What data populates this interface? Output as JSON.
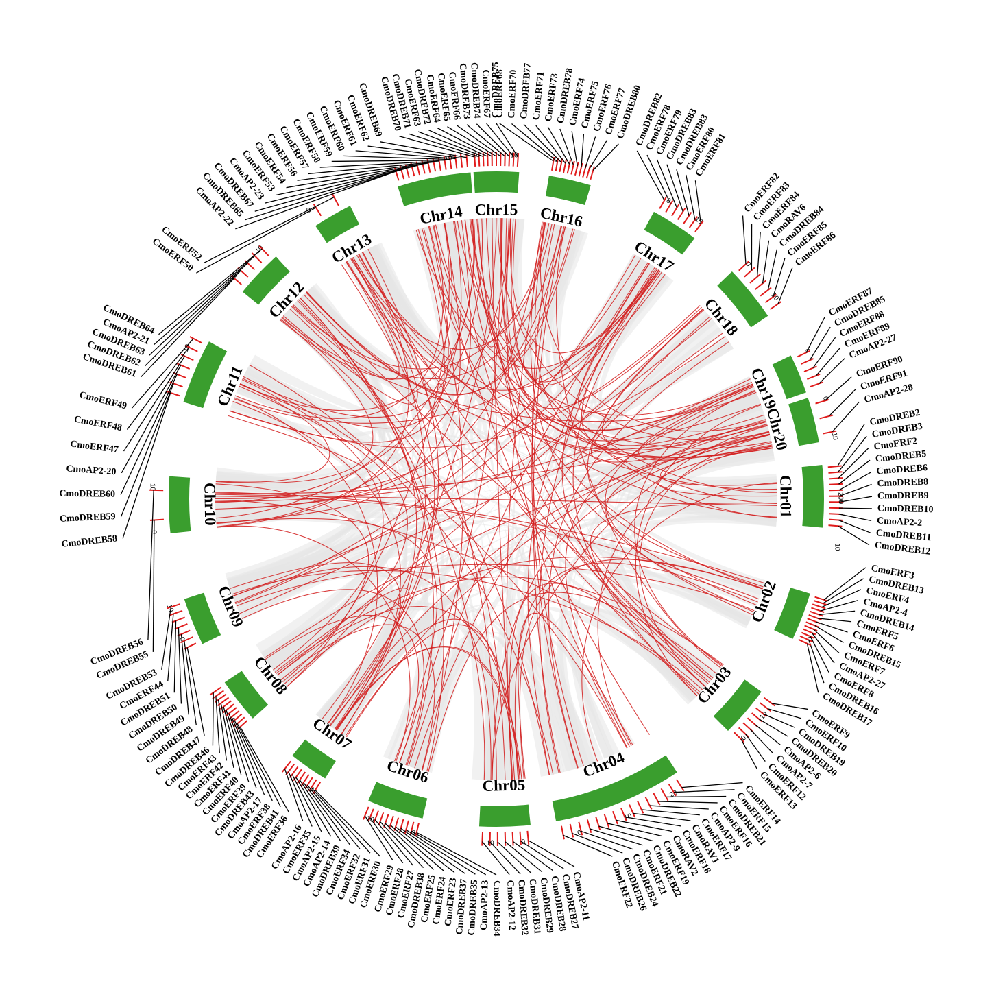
{
  "colors": {
    "chromosome": "#3a9e2e",
    "synteny_bg": "#e6e6e6",
    "dup_link": "#d21d1d",
    "marker": "#e11b1b",
    "leader": "#000000"
  },
  "chromosomes": [
    {
      "name": "Chr01",
      "angle": 89.5,
      "span": 11,
      "ticks": [
        [
          "0",
          1
        ],
        [
          "10",
          8.5
        ],
        [
          "20",
          0
        ]
      ],
      "genes": [
        "CmoDREB2",
        "CmoDREB3",
        "CmoERF2",
        "CmoDREB5",
        "CmoDREB6",
        "CmoDREB8",
        "CmoDREB9",
        "CmoDREB10",
        "CmoAP2-2",
        "CmoDREB11",
        "CmoDREB12"
      ]
    },
    {
      "name": "Chr02",
      "angle": 111,
      "span": 8.5,
      "ticks": [
        [
          "0",
          3
        ]
      ],
      "genes": [
        "CmoERF3",
        "CmoDREB13",
        "CmoERF4",
        "CmoAP2-4",
        "CmoDREB14",
        "CmoERF5",
        "CmoERF6",
        "CmoDREB15",
        "CmoERF7",
        "CmoAP2-27",
        "CmoERF8",
        "CmoDREB16",
        "CmoDREB17"
      ]
    },
    {
      "name": "Chr03",
      "angle": 130.5,
      "span": 9,
      "ticks": [
        [
          "0",
          3.5
        ],
        [
          "10",
          -1.5
        ]
      ],
      "genes": [
        "CmoERF9",
        "CmoERF10",
        "CmoDREB19",
        "CmoDREB20",
        "CmoAP2-6",
        "CmoAP2-7",
        "CmoERF12",
        "CmoERF13"
      ]
    },
    {
      "name": "Chr04",
      "angle": 158,
      "span": 23,
      "ticks": [
        [
          "0",
          8
        ],
        [
          "10",
          -0.5
        ],
        [
          "20",
          -9
        ]
      ],
      "genes": [
        "CmoERF14",
        "CmoERF15",
        "CmoDREB21",
        "CmoERF16",
        "CmoAP2-9",
        "CmoERF17",
        "CmoRAV1",
        "CmoERF18",
        "CmoRAV2",
        "CmoERF19",
        "CmoDREB22",
        "CmoERF21",
        "CmoDREB24",
        "CmoDREB26",
        "CmoERF22"
      ]
    },
    {
      "name": "Chr05",
      "angle": 178.5,
      "span": 9,
      "ticks": [
        [
          "0",
          -3
        ],
        [
          "10",
          2.5
        ]
      ],
      "genes": [
        "CmoAP2-11",
        "CmoDREB27",
        "CmoDREB28",
        "CmoDREB29",
        "CmoDREB31",
        "CmoDREB32",
        "CmoAP2-12"
      ]
    },
    {
      "name": "Chr06",
      "angle": 198,
      "span": 10,
      "ticks": [
        [
          "0",
          -4
        ],
        [
          "10",
          3.5
        ]
      ],
      "genes": [
        "CmoDREB34",
        "CmoAP2-13",
        "CmoDREB35",
        "CmoDREB37",
        "CmoERF23",
        "CmoERF24",
        "CmoERF25",
        "CmoDREB38",
        "CmoERF27",
        "CmoERF28",
        "CmoERF29"
      ]
    },
    {
      "name": "Chr07",
      "angle": 215,
      "span": 7,
      "ticks": [
        [
          "0",
          -2.5
        ]
      ],
      "genes": [
        "CmoERF30",
        "CmoERF31",
        "CmoERF32",
        "CmoERF34",
        "CmoDREB39",
        "CmoAP2-14",
        "CmoAP2-15",
        "CmoERF35",
        "CmoAP2-16"
      ]
    },
    {
      "name": "Chr08",
      "angle": 232,
      "span": 8,
      "ticks": [
        [
          "0",
          -2
        ]
      ],
      "genes": [
        "CmoERF36",
        "CmoDREB41",
        "CmoERF38",
        "CmoAP2-17",
        "CmoDREB43",
        "CmoERF39",
        "CmoERF40",
        "CmoERF41",
        "CmoERF42",
        "CmoERF43",
        "CmoDREB46"
      ]
    },
    {
      "name": "Chr09",
      "angle": 248,
      "span": 8.5,
      "ticks": [
        [
          "0",
          -2
        ],
        [
          "10",
          3.5
        ]
      ],
      "genes": [
        "CmoDREB47",
        "CmoDREB48",
        "CmoDREB49",
        "CmoDREB50",
        "CmoDREB51",
        "CmoERF44",
        "CmoDREB53"
      ]
    },
    {
      "name": "Chr10",
      "angle": 269,
      "span": 10,
      "ticks": [
        [
          "0",
          -4.5
        ],
        [
          "10",
          3
        ]
      ],
      "genes": [
        "CmoDREB55",
        "CmoDREB56"
      ]
    },
    {
      "name": "Chr11",
      "angle": 293,
      "span": 11.5,
      "ticks": [
        [
          "0",
          -5
        ],
        [
          "10",
          3
        ]
      ],
      "genes": [
        "CmoDREB58",
        "CmoDREB59",
        "CmoDREB60",
        "CmoAP2-20",
        "CmoERF47",
        "CmoERF48",
        "CmoERF49"
      ]
    },
    {
      "name": "Chr12",
      "angle": 313.5,
      "span": 8.5,
      "ticks": [
        [
          "0",
          -3
        ],
        [
          "10",
          3
        ]
      ],
      "genes": [
        "CmoDREB61",
        "CmoDREB62",
        "CmoDREB63",
        "CmoAP2-21",
        "CmoDREB64"
      ]
    },
    {
      "name": "Chr13",
      "angle": 330,
      "span": 7,
      "ticks": [
        [
          "0",
          -3
        ]
      ],
      "genes": [
        "CmoERF50",
        "CmoERF52"
      ]
    },
    {
      "name": "Chr14",
      "angle": 349,
      "span": 13,
      "ticks": [
        [
          "0",
          -5
        ],
        [
          "10",
          3
        ]
      ],
      "genes": [
        "CmoAP2-22",
        "CmoDREB65",
        "CmoDREB67",
        "CmoAP2-23",
        "CmoERF53",
        "CmoERF54",
        "CmoERF56",
        "CmoERF57",
        "CmoERF58",
        "CmoERF59",
        "CmoERF60",
        "CmoERF61",
        "CmoERF62",
        "CmoDREB69"
      ]
    },
    {
      "name": "Chr15",
      "angle": 0,
      "span": 8,
      "ticks": [
        [
          "0",
          -3.5
        ],
        [
          "10",
          3
        ]
      ],
      "genes": [
        "CmoDREB70",
        "CmoDREB71",
        "CmoERF63",
        "CmoDREB72",
        "CmoERF64",
        "CmoERF65",
        "CmoERF66",
        "CmoDREB73",
        "CmoDREB74",
        "CmoERF67",
        "CmoDREB75"
      ]
    },
    {
      "name": "Chr16",
      "angle": 13,
      "span": 7.5,
      "ticks": [
        [
          "0",
          -3
        ]
      ],
      "genes": [
        "CmoERF68",
        "CmoERF70",
        "CmoDREB77",
        "CmoERF71",
        "CmoERF73",
        "CmoDREB78",
        "CmoERF74",
        "CmoERF75",
        "CmoERF76",
        "CmoERF77",
        "CmoDREB80"
      ]
    },
    {
      "name": "Chr17",
      "angle": 33,
      "span": 8.5,
      "ticks": [
        [
          "0",
          -3
        ],
        [
          "10",
          3
        ]
      ],
      "genes": [
        "CmoDREB82",
        "CmoERF78",
        "CmoERF79",
        "CmoDREB83",
        "CmoDREB83",
        "CmoERF80",
        "CmoERF81"
      ]
    },
    {
      "name": "Chr18",
      "angle": 51,
      "span": 10,
      "ticks": [
        [
          "0",
          -4
        ],
        [
          "10",
          3
        ]
      ],
      "genes": [
        "CmoERF82",
        "CmoERF83",
        "CmoERF84",
        "CmoRAV6",
        "CmoDREB84",
        "CmoERF85",
        "CmoERF86"
      ]
    },
    {
      "name": "Chr19",
      "angle": 67.5,
      "span": 7,
      "ticks": [
        [
          "0",
          -3
        ]
      ],
      "genes": [
        "CmoERF87",
        "CmoDREB85",
        "CmoERF88",
        "CmoERF89",
        "CmoAP2-27"
      ]
    },
    {
      "name": "Chr20",
      "angle": 76,
      "span": 8,
      "ticks": [
        [
          "0",
          -3
        ],
        [
          "10",
          3.5
        ]
      ],
      "genes": [
        "CmoERF90",
        "CmoERF91",
        "CmoAP2-28"
      ]
    }
  ],
  "label_slots": [
    {
      "chr": "Chr01",
      "a0": 78.5,
      "a1": 97
    },
    {
      "chr": "Chr02",
      "a0": 100.5,
      "a1": 121
    },
    {
      "chr": "Chr03",
      "a0": 124,
      "a1": 136
    },
    {
      "chr": "Chr04",
      "a0": 139,
      "a1": 162
    },
    {
      "chr": "Chr05",
      "a0": 168,
      "a1": 178
    },
    {
      "chr": "Chr06",
      "a0": 180,
      "a1": 196
    },
    {
      "chr": "Chr07",
      "a0": 198,
      "a1": 211
    },
    {
      "chr": "Chr08",
      "a0": 213.5,
      "a1": 229
    },
    {
      "chr": "Chr09",
      "a0": 231,
      "a1": 243
    },
    {
      "chr": "Chr10",
      "a0": 246,
      "a1": 248
    },
    {
      "chr": "Chr11",
      "a0": 264,
      "a1": 284
    },
    {
      "chr": "Chr12",
      "a0": 289,
      "a1": 296
    },
    {
      "chr": "Chr13",
      "a0": 307,
      "a1": 309
    },
    {
      "chr": "Chr14",
      "a0": 316,
      "a1": 342
    },
    {
      "chr": "Chr15",
      "a0": 345,
      "a1": 360
    },
    {
      "chr": "Chr16",
      "a0": 0.5,
      "a1": 19
    },
    {
      "chr": "Chr17",
      "a0": 22,
      "a1": 32
    },
    {
      "chr": "Chr18",
      "a0": 41,
      "a1": 52
    },
    {
      "chr": "Chr19",
      "a0": 61,
      "a1": 68
    },
    {
      "chr": "Chr20",
      "a0": 71,
      "a1": 75
    }
  ]
}
